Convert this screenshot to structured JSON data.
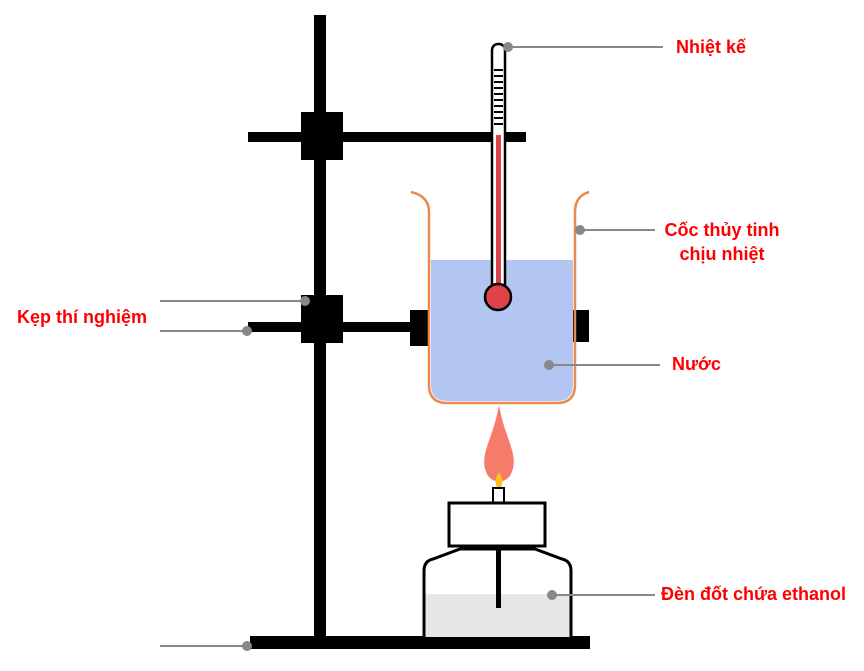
{
  "labels": {
    "thermometer": "Nhiệt kế",
    "beaker_line1": "Cốc thủy tinh",
    "beaker_line2": "chịu nhiệt",
    "clamp": "Kẹp thí nghiệm",
    "water": "Nước",
    "lamp": "Đèn đốt chứa ethanol"
  },
  "colors": {
    "label": "#ff0000",
    "stand": "#000000",
    "water": "#b3c6f2",
    "beaker_outline": "#e98a4f",
    "thermometer_fluid": "#e0424b",
    "flame_outer": "#f77b6a",
    "flame_core": "#ffc21a",
    "lamp_fuel": "#e6e6e6",
    "pointer": "#888888"
  }
}
